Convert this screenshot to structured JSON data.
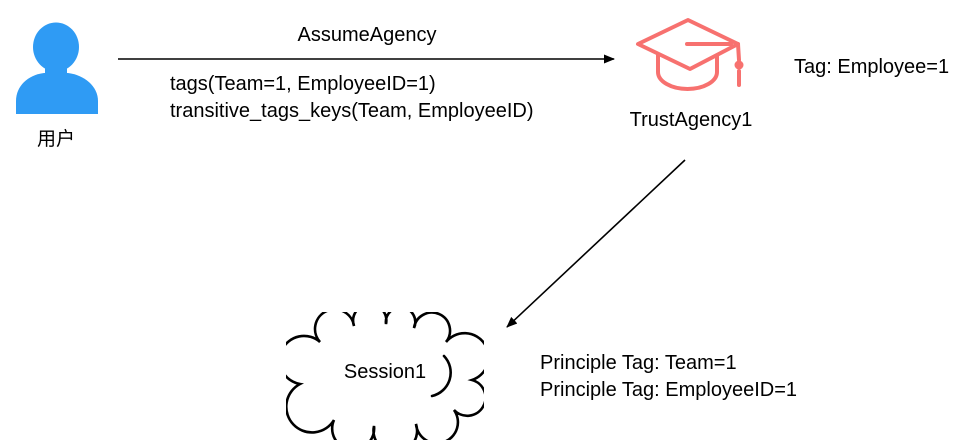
{
  "colors": {
    "actor_blue": "#2F9BF4",
    "agency_coral": "#F7716F",
    "ink": "#000000"
  },
  "actor": {
    "label": "用户"
  },
  "assume_arrow": {
    "title": "AssumeAgency",
    "param_line1": "tags(Team=1, EmployeeID=1)",
    "param_line2": "transitive_tags_keys(Team, EmployeeID)"
  },
  "agency": {
    "label": "TrustAgency1",
    "tag": "Tag: Employee=1"
  },
  "session": {
    "label": "Session1",
    "tag_line1": "Principle Tag: Team=1",
    "tag_line2": "Principle Tag: EmployeeID=1"
  }
}
